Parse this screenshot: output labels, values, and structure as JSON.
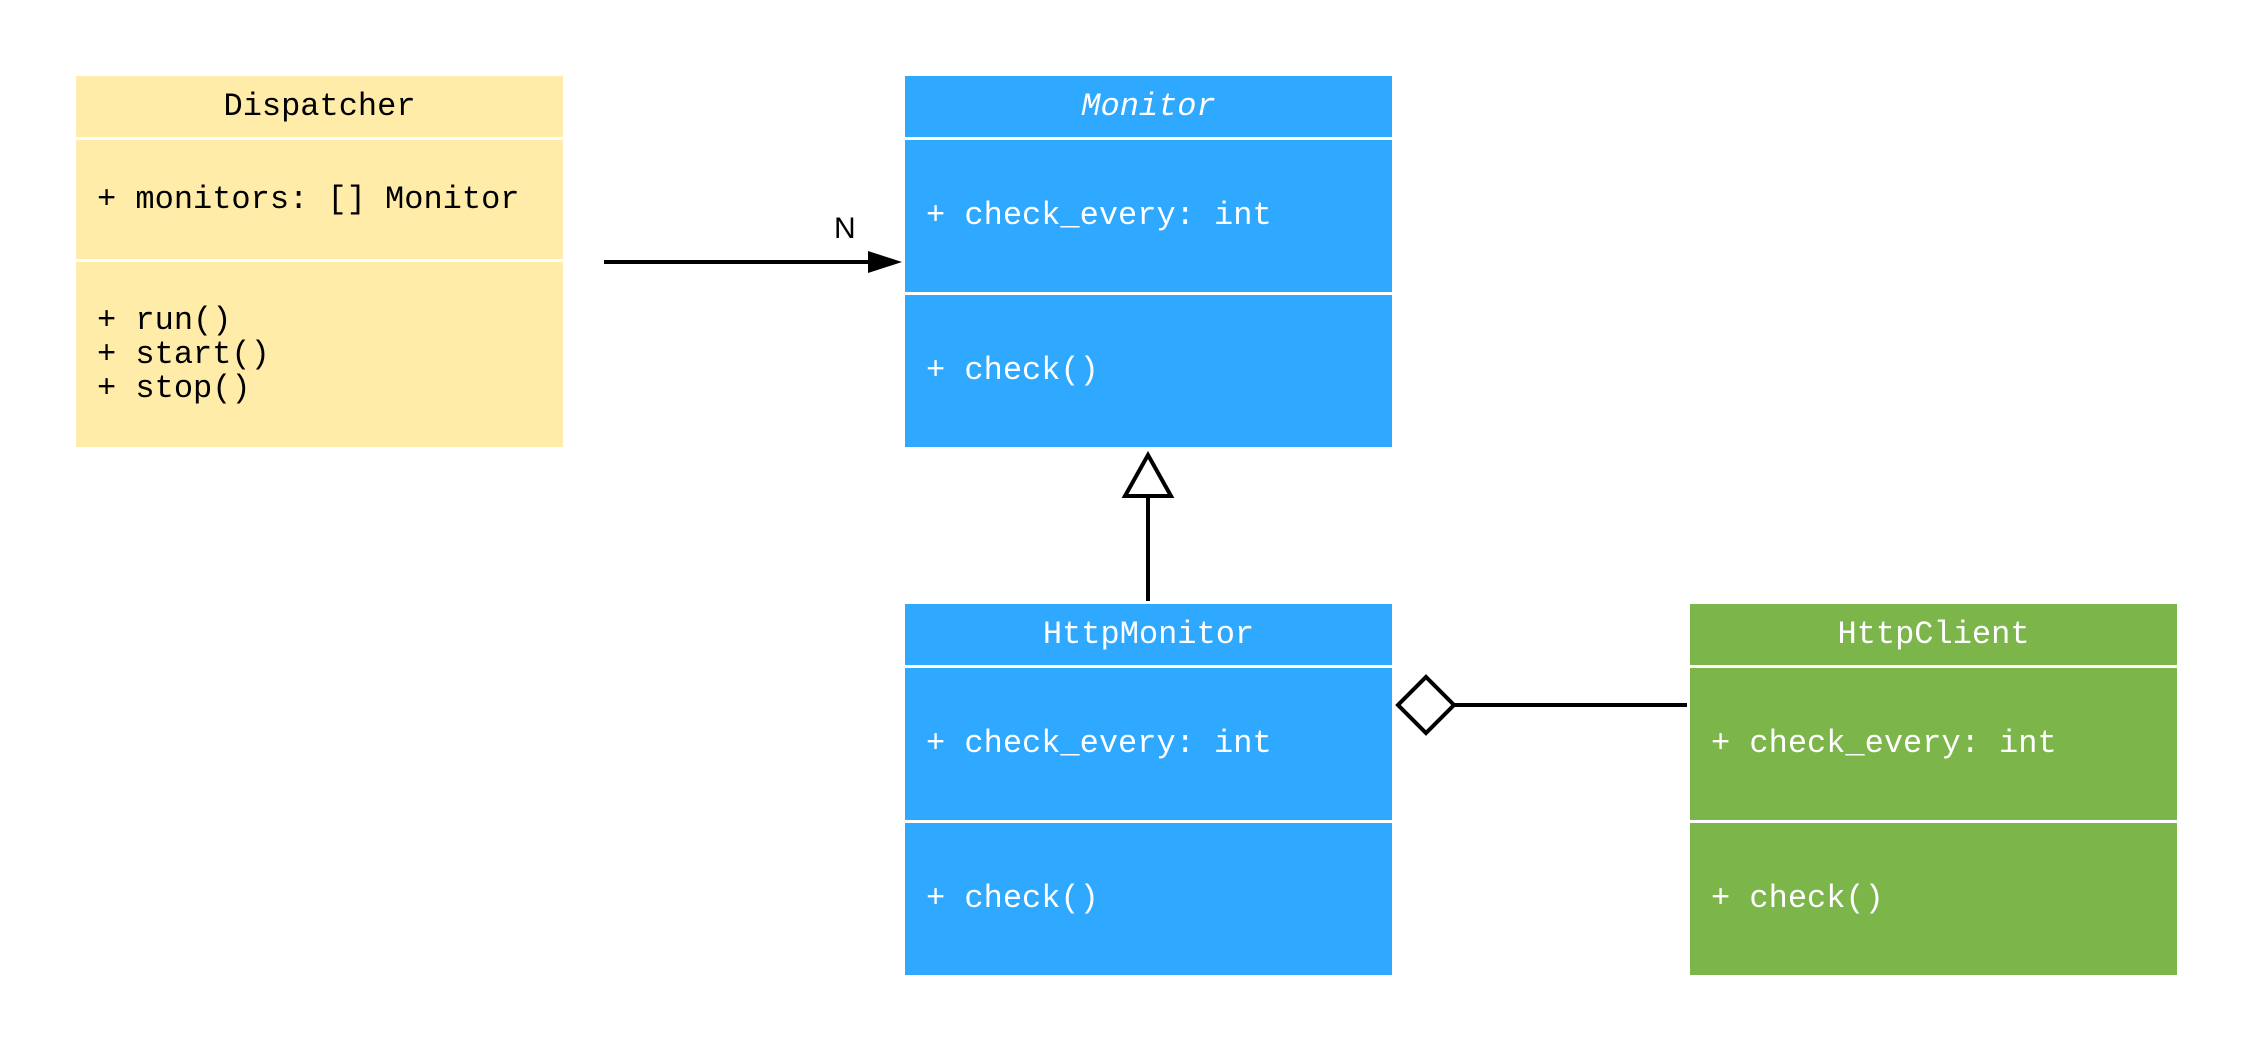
{
  "colors": {
    "dispatcher": "#FFECA9",
    "monitor": "#2FA8FF",
    "client": "#7CB54A",
    "line": "#000000"
  },
  "classes": {
    "dispatcher": {
      "name": "Dispatcher",
      "attributes": "+ monitors: [] Monitor",
      "methods": "+ run()\n+ start()\n+ stop()"
    },
    "monitor": {
      "name": "Monitor",
      "abstract": true,
      "attributes": "+ check_every: int",
      "methods": "+ check()"
    },
    "http_monitor": {
      "name": "HttpMonitor",
      "attributes": "+ check_every: int",
      "methods": "+ check()"
    },
    "http_client": {
      "name": "HttpClient",
      "attributes": "+ check_every: int",
      "methods": "+ check()"
    }
  },
  "relations": {
    "dispatcher_monitor": {
      "type": "association",
      "multiplicity": "N"
    },
    "http_monitor_monitor": {
      "type": "generalization"
    },
    "http_monitor_http_client": {
      "type": "aggregation"
    }
  }
}
